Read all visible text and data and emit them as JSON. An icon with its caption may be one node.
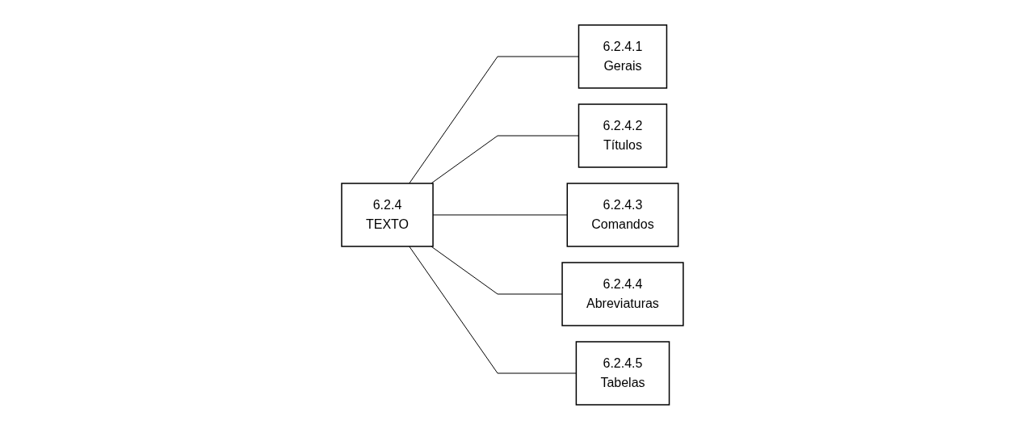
{
  "diagram": {
    "nodes": [
      {
        "text": [
          "6.2.4",
          "TEXTO"
        ]
      },
      {
        "text": [
          "6.2.4.1",
          "Gerais"
        ]
      },
      {
        "text": [
          "6.2.4.2",
          "Títulos"
        ]
      },
      {
        "text": [
          "6.2.4.3",
          "Comandos"
        ]
      },
      {
        "text": [
          "6.2.4.4",
          "Abreviaturas"
        ]
      },
      {
        "text": [
          "6.2.4.5",
          "Tabelas"
        ]
      }
    ],
    "edges": [
      {
        "from": 0,
        "to": 1,
        "arrow": "none"
      },
      {
        "from": 0,
        "to": 2,
        "arrow": "none"
      },
      {
        "from": 0,
        "to": 3,
        "arrow": "none"
      },
      {
        "from": 0,
        "to": 4,
        "arrow": "none"
      },
      {
        "from": 0,
        "to": 5,
        "arrow": "none"
      }
    ]
  }
}
